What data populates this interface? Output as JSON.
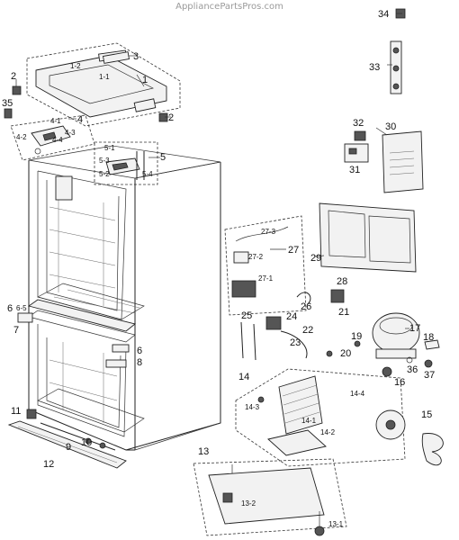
{
  "watermark": "AppliancePartsPros.com",
  "labels": {
    "p1": "1",
    "p1_1": "1-1",
    "p1_2": "1-2",
    "p2a": "2",
    "p2b": "2",
    "p3": "3",
    "p4": "4",
    "p4_1": "4-1",
    "p4_2": "4-2",
    "p4_3": "4-3",
    "p4_4": "4-4",
    "p5": "5",
    "p5_1": "5-1",
    "p5_2": "5-2",
    "p5_3": "5-3",
    "p5_4": "5-4",
    "p6a": "6",
    "p6_5": "6-5",
    "p7": "7",
    "p6b": "6",
    "p8": "8",
    "p9": "9",
    "p10": "10",
    "p11": "11",
    "p12": "12",
    "p13": "13",
    "p13_1": "13-1",
    "p13_2": "13-2",
    "p14": "14",
    "p14_1": "14-1",
    "p14_2": "14-2",
    "p14_3": "14-3",
    "p14_4": "14-4",
    "p15": "15",
    "p16": "16",
    "p17": "17",
    "p18": "18",
    "p19": "19",
    "p20": "20",
    "p21": "21",
    "p22": "22",
    "p23": "23",
    "p24": "24",
    "p25": "25",
    "p26": "26",
    "p27": "27",
    "p27_1": "27-1",
    "p27_2": "27-2",
    "p27_3": "27-3",
    "p28": "28",
    "p29": "29",
    "p30": "30",
    "p31": "31",
    "p32": "32",
    "p33": "33",
    "p34": "34",
    "p35": "35",
    "p36": "36",
    "p37": "37"
  }
}
